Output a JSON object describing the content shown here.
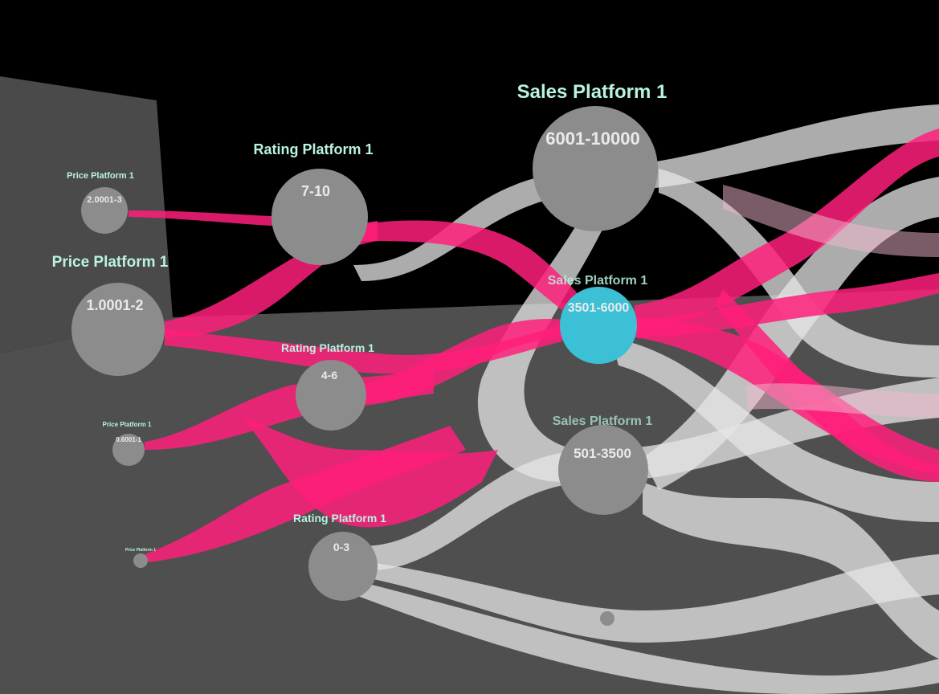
{
  "scene": {
    "colors": {
      "background": "#000000",
      "left_wall": "#4a4a4a",
      "floor": "#4f4f4f",
      "node": "#8c8c8c",
      "selected_node": "#3cc0d6",
      "link_highlight": "#ff1f7a",
      "link_default": "#e6e6e6",
      "label": "#b9f3e1"
    },
    "nodes": {
      "price_1": {
        "title": "Price Platform 1",
        "value": "2.0001-3"
      },
      "price_2": {
        "title": "Price Platform 1",
        "value": "1.0001-2"
      },
      "price_3": {
        "title": "Price Platform 1",
        "value": "0.6001-1"
      },
      "price_4": {
        "title": "Price Platform 1",
        "value": ""
      },
      "rating_1": {
        "title": "Rating Platform 1",
        "value": "7-10"
      },
      "rating_2": {
        "title": "Rating Platform 1",
        "value": "4-6"
      },
      "rating_3": {
        "title": "Rating Platform 1",
        "value": "0-3"
      },
      "sales_1": {
        "title": "Sales Platform 1",
        "value": "6001-10000"
      },
      "sales_2": {
        "title": "Sales Platform 1",
        "value": "3501-6000",
        "selected": true
      },
      "sales_3": {
        "title": "Sales Platform 1",
        "value": "501-3500"
      }
    }
  }
}
